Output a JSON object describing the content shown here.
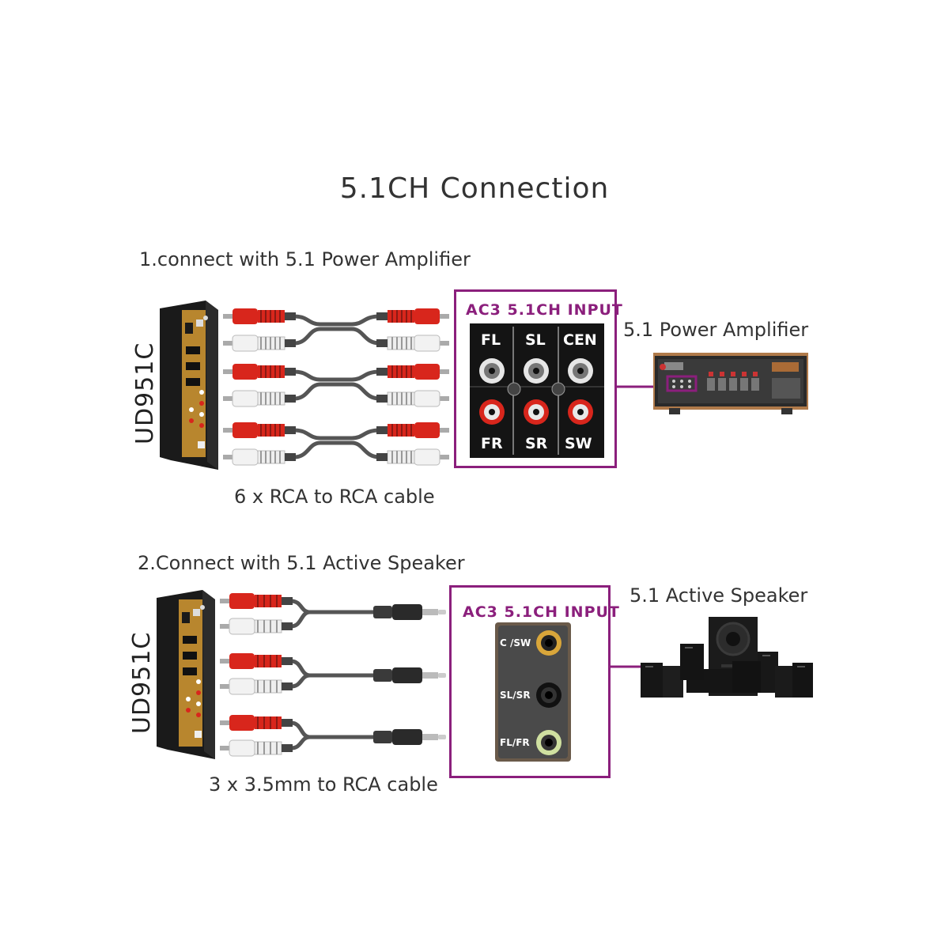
{
  "title": "5.1CH Connection",
  "section1": {
    "heading": "1.connect with 5.1 Power Amplifier",
    "device_label": "UD951C",
    "cable_label": "6 x RCA to RCA cable",
    "panel_heading": "AC3 5.1CH INPUT",
    "jacks_top": [
      "FL",
      "SL",
      "CEN"
    ],
    "jacks_bottom": [
      "FR",
      "SR",
      "SW"
    ],
    "target_label": "5.1 Power Amplifier"
  },
  "section2": {
    "heading": "2.Connect with 5.1 Active Speaker",
    "device_label": "UD951C",
    "cable_label": "3 x 3.5mm to RCA cable",
    "panel_heading": "AC3 5.1CH INPUT",
    "jacks": [
      "C /SW",
      "SL/SR",
      "FL/FR"
    ],
    "target_label": "5.1 Active Speaker"
  },
  "colors": {
    "accent": "#8b1f7c",
    "rca_red": "#d8261c",
    "rca_white": "#f2f2f2",
    "device_body": "#1a1a1a",
    "device_gold": "#b8862e"
  }
}
